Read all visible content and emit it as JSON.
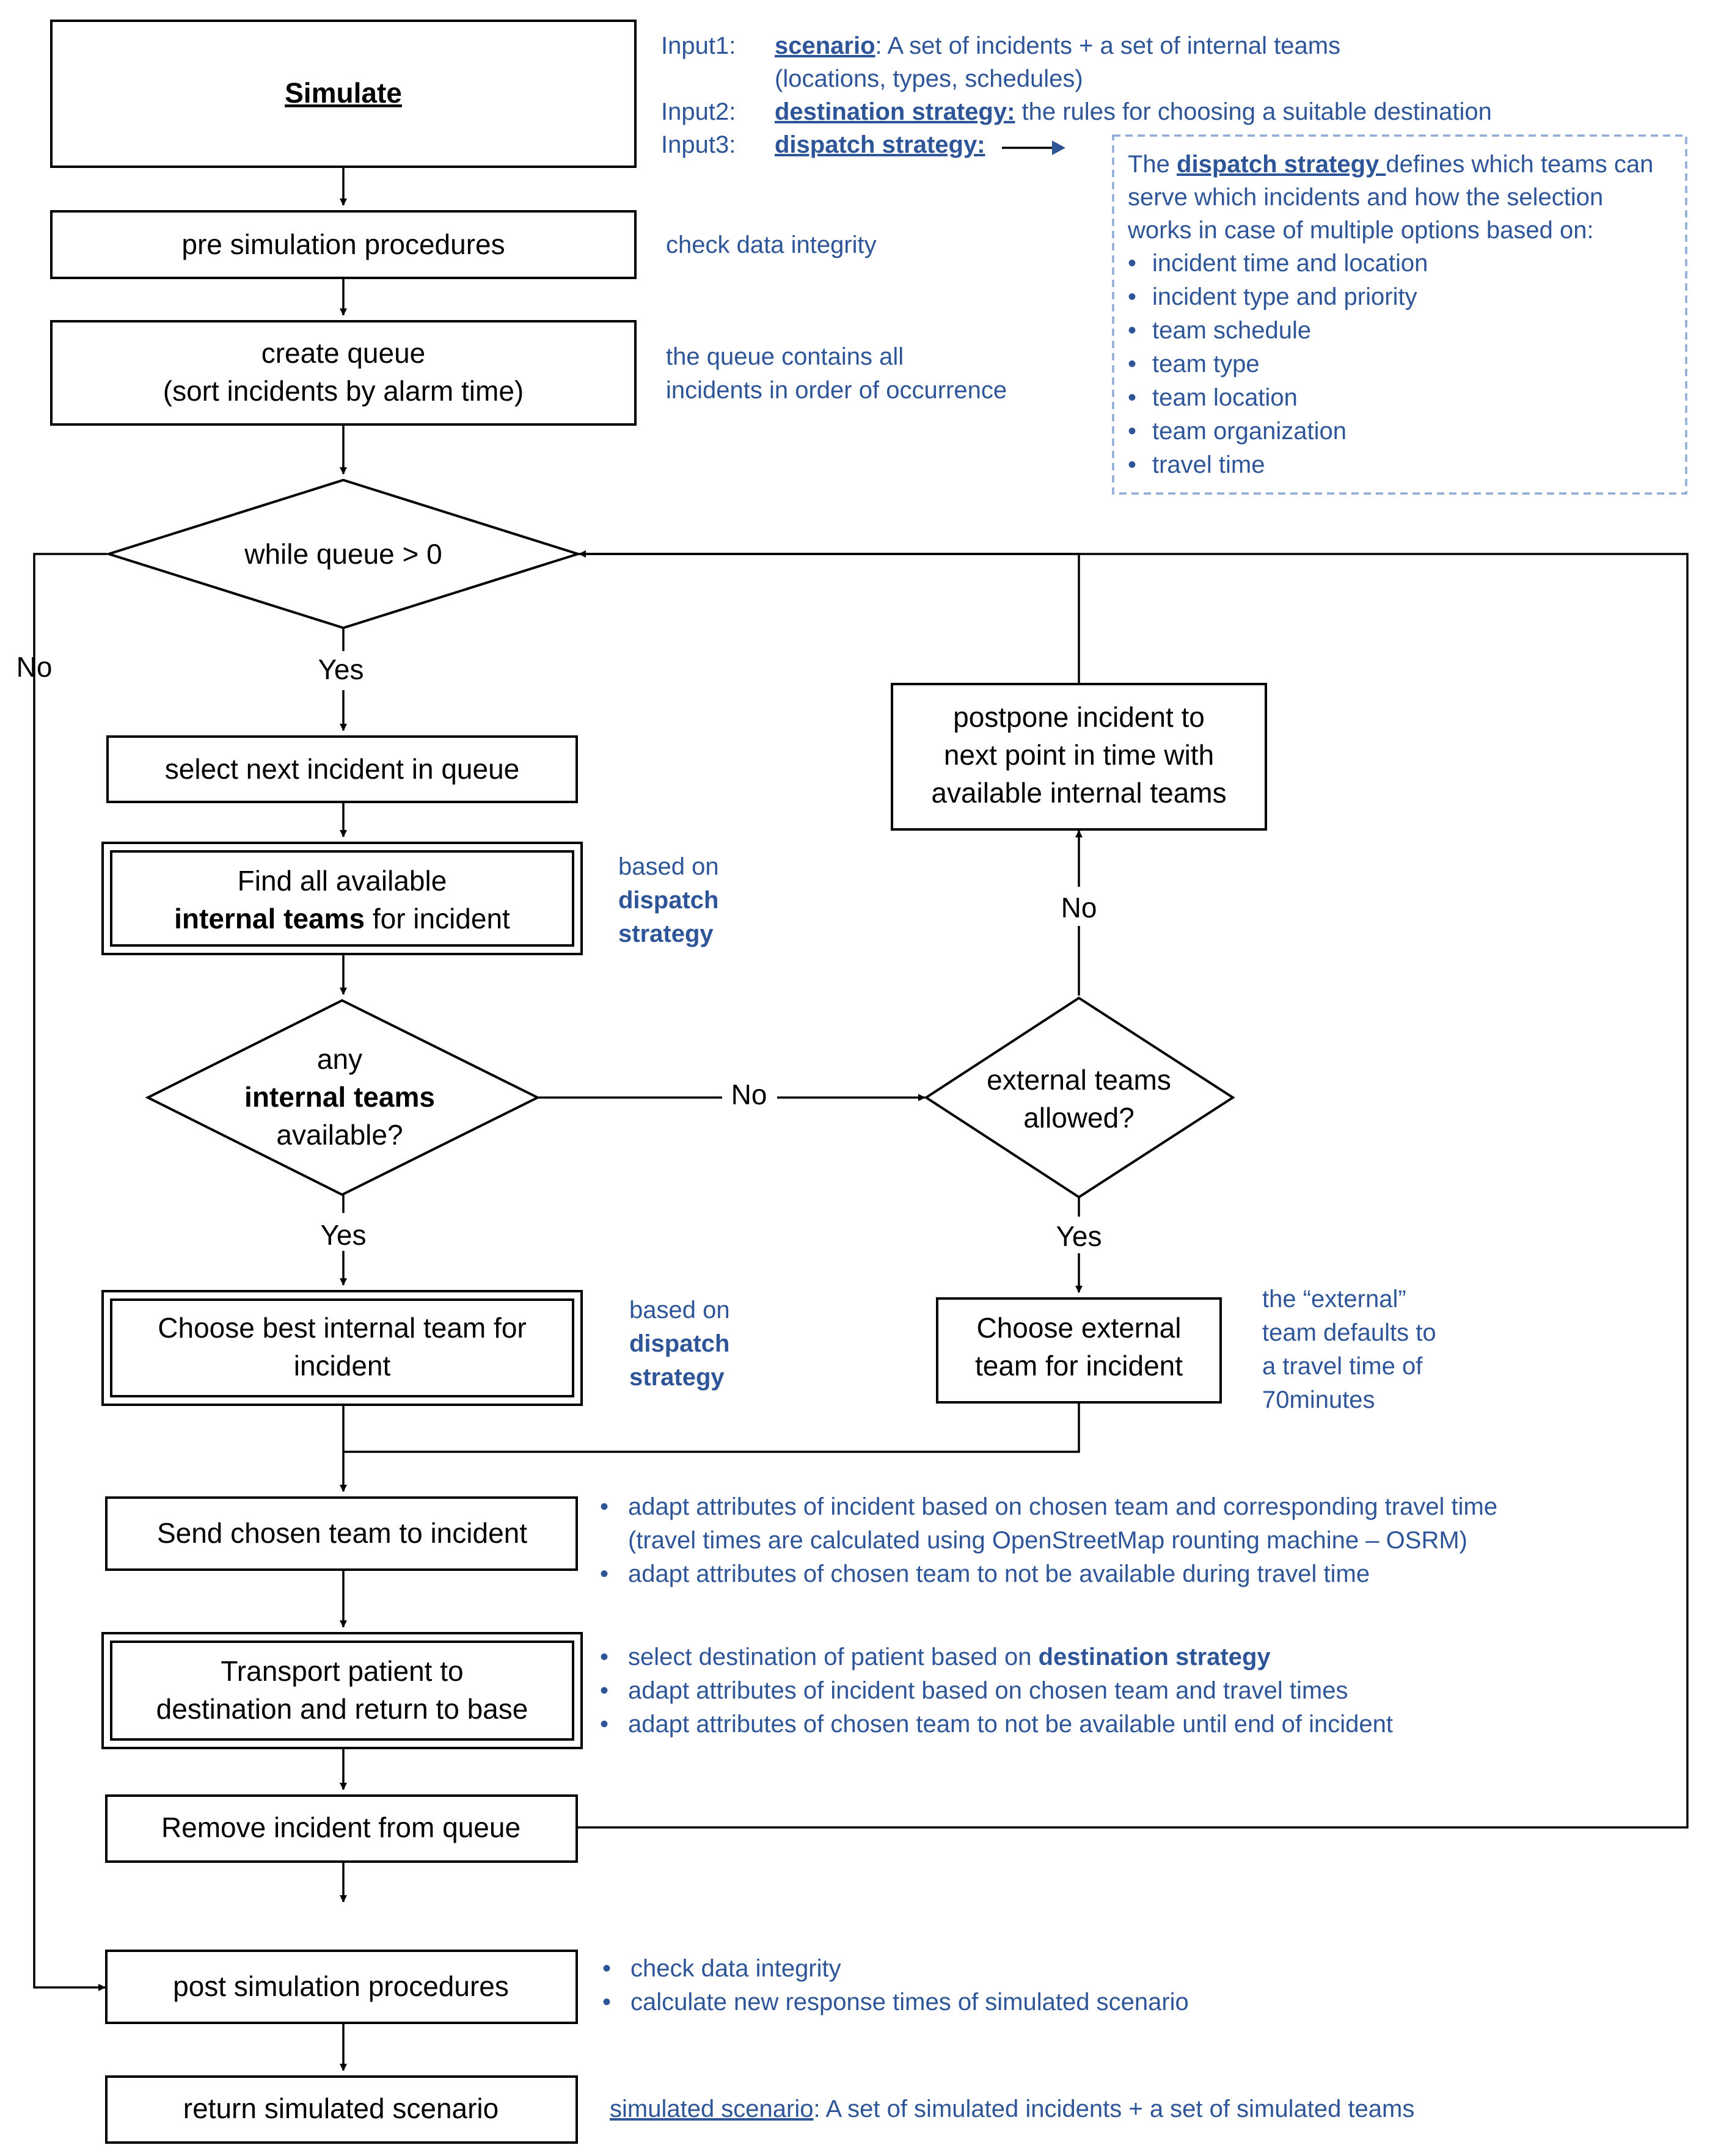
{
  "nodes": {
    "simulate": "Simulate",
    "pre_sim": "pre simulation procedures",
    "create_queue_1": "create queue",
    "create_queue_2": "(sort incidents by alarm time)",
    "while_queue": "while queue > 0",
    "select_next": "select next incident in queue",
    "find_all_1": "Find all available",
    "find_all_2a": "internal teams",
    "find_all_2b": " for incident",
    "any_1": "any",
    "any_2": "internal teams",
    "any_3": "available?",
    "external_1": "external teams",
    "external_2": "allowed?",
    "postpone_1": "postpone incident to",
    "postpone_2": "next point in time with",
    "postpone_3": "available internal teams",
    "choose_internal_1": "Choose best internal team for",
    "choose_internal_2": "incident",
    "choose_external_1": "Choose external",
    "choose_external_2": "team for incident",
    "send_team": "Send chosen team to incident",
    "transport_1": "Transport patient to",
    "transport_2": "destination and return to base",
    "remove": "Remove incident from queue",
    "post_sim": "post simulation procedures",
    "return_sim": "return simulated scenario"
  },
  "edge_labels": {
    "yes_1": "Yes",
    "yes_2": "Yes",
    "yes_3": "Yes",
    "no_left": "No",
    "no_mid": "No",
    "no_up": "No"
  },
  "inputs": {
    "input1_key": "Input1:",
    "input1_term": "scenario",
    "input1_text": ": A set of incidents +  a set of internal teams",
    "input1_text2": "(locations, types, schedules)",
    "input2_key": "Input2:",
    "input2_term": "destination strategy:",
    "input2_text": " the rules for choosing a suitable destination",
    "input3_key": "Input3:",
    "input3_term": "dispatch strategy:"
  },
  "dispatch_box": {
    "line1_a": "The ",
    "line1_term": "dispatch strategy ",
    "line1_b": "defines which teams can",
    "line2": "serve which incidents and how the selection",
    "line3": "works in case of multiple options based on:",
    "bullets": [
      "incident time and location",
      "incident type and priority",
      "team schedule",
      "team type",
      "team location",
      "team organization",
      "travel time"
    ]
  },
  "notes": {
    "check_integrity": "check data integrity",
    "queue_note_1": "the queue contains all",
    "queue_note_2": "incidents in order of occurrence",
    "based_on_1a": "based on",
    "based_on_1b": "dispatch",
    "based_on_1c": "strategy",
    "based_on_2a": "based on",
    "based_on_2b": "dispatch",
    "based_on_2c": "strategy",
    "external_note_1": "the “external”",
    "external_note_2": "team defaults to",
    "external_note_3": "a travel time of",
    "external_note_4": "70minutes",
    "send_b1_1": "adapt attributes of incident based on chosen team and corresponding travel time",
    "send_b1_2": "(travel times are calculated using OpenStreetMap rounting machine – OSRM)",
    "send_b2": "adapt attributes of chosen team to not be available during travel time",
    "transport_b1_a": "select destination of patient based on ",
    "transport_b1_term": "destination strategy",
    "transport_b2": "adapt attributes of incident based on chosen team and travel times",
    "transport_b3": "adapt attributes of chosen team to not be available until end of incident",
    "post_b1": "check data integrity",
    "post_b2": "calculate new response times of simulated scenario",
    "output_term": "simulated scenario",
    "output_text": ": A set of simulated incidents +  a set of simulated teams",
    "bullet_char": "•"
  }
}
